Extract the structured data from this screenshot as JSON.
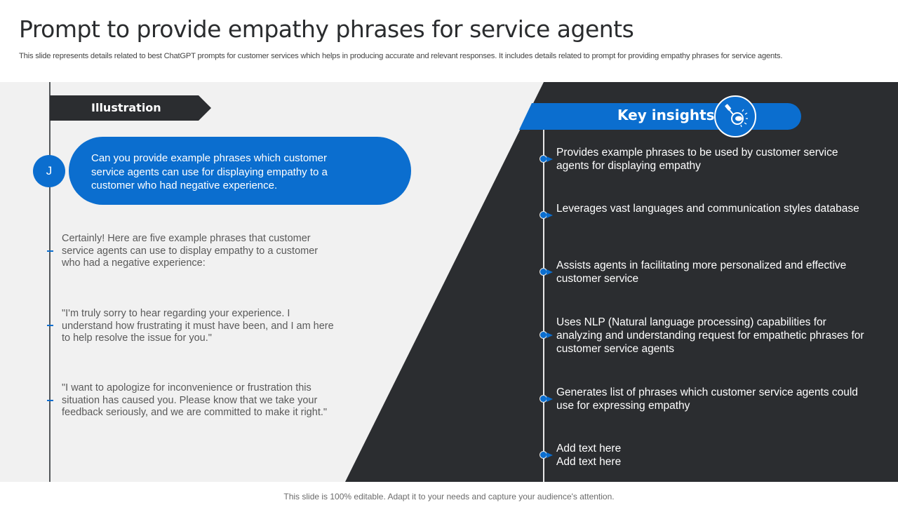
{
  "header": {
    "title": "Prompt to provide empathy phrases for service agents",
    "subtitle": "This slide represents details related to best ChatGPT prompts for customer services which helps in producing accurate and relevant responses. It includes details related to prompt for providing empathy phrases for service agents."
  },
  "illustration": {
    "label": "Illustration",
    "avatar_initial": "J",
    "prompt": "Can you provide example phrases  which customer service agents can use for displaying empathy to a customer who had negative experience.",
    "responses": [
      "Certainly! Here are five example phrases that customer service agents can use to display empathy to a customer who had a negative experience:",
      "\"I'm truly sorry to hear regarding your experience. I understand how frustrating it must have been, and I am here to help resolve the issue for you.\"",
      "\"I want to apologize for inconvenience or frustration this situation has caused you. Please know that we take your feedback seriously, and we are committed to make it right.\""
    ]
  },
  "key_insights": {
    "label": "Key insights",
    "icon": "lightbulb-magnifier-icon",
    "items": [
      "Provides example phrases to be used by customer service agents for displaying empathy",
      "Leverages vast languages and communication styles database",
      "Assists agents in facilitating more personalized and effective customer service",
      "Uses NLP (Natural language processing) capabilities for analyzing and understanding request for empathetic phrases for customer service agents",
      "Generates list of phrases which customer service agents could use for expressing empathy",
      "Add text here\nAdd text here"
    ]
  },
  "footer": {
    "note": "This slide is 100% editable. Adapt it to your needs and capture your audience's attention."
  },
  "colors": {
    "accent_blue": "#0b6ecf",
    "dark_panel": "#2b2d30",
    "light_panel": "#f1f1f1"
  }
}
